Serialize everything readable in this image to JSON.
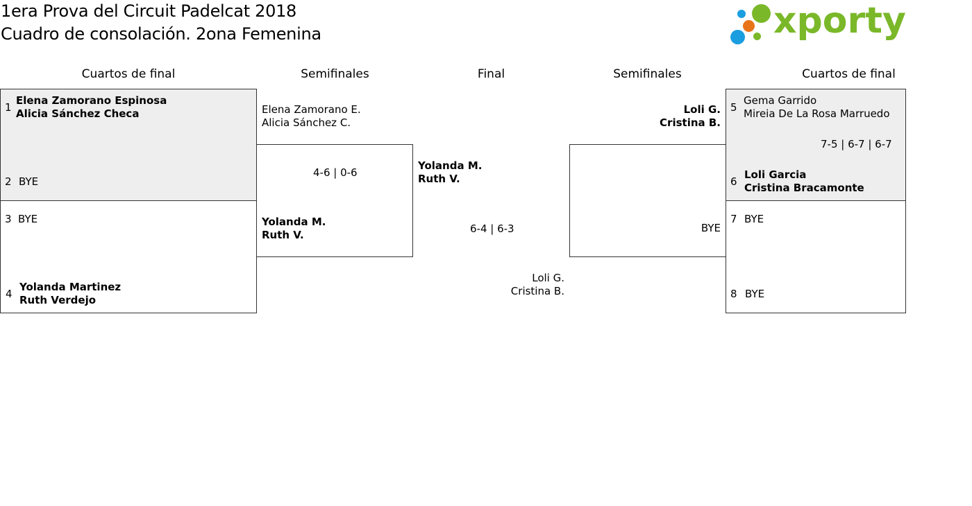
{
  "title": "1era Prova del Circuit Padelcat 2018",
  "subtitle": "Cuadro de consolación. 2ona Femenina",
  "logo": {
    "text": "xporty",
    "brand_color": "#7ab829",
    "dot_colors": [
      "#1a9ee0",
      "#e8741a",
      "#7ab829"
    ]
  },
  "headers": {
    "qf_left": "Cuartos de final",
    "sf_left": "Semifinales",
    "final": "Final",
    "sf_right": "Semifinales",
    "qf_right": "Cuartos de final"
  },
  "qf_left": [
    {
      "seed": "1",
      "p1": "Elena Zamorano Espinosa",
      "p2": "Alicia Sánchez Checa"
    },
    {
      "seed": "2",
      "p1": "BYE"
    },
    {
      "seed": "3",
      "p1": "BYE"
    },
    {
      "seed": "4",
      "p1": "Yolanda Martinez",
      "p2": "Ruth Verdejo"
    }
  ],
  "sf_left": {
    "top_p1": "Elena Zamorano E.",
    "top_p2": "Alicia Sánchez C.",
    "score": "4-6 | 0-6",
    "bot_p1": "Yolanda M.",
    "bot_p2": "Ruth V."
  },
  "final": {
    "top_p1": "Yolanda M.",
    "top_p2": "Ruth V.",
    "score": "6-4 | 6-3",
    "bot_p1": "Loli G.",
    "bot_p2": "Cristina B."
  },
  "sf_right": {
    "top_p1": "Loli G.",
    "top_p2": "Cristina B.",
    "bot_p1": "BYE"
  },
  "qf_right": [
    {
      "seed": "5",
      "p1": "Gema Garrido",
      "p2": "Mireia De La Rosa Marruedo"
    },
    {
      "seed": "6",
      "p1": "Loli Garcia",
      "p2": "Cristina Bracamonte"
    },
    {
      "seed": "7",
      "p1": "BYE"
    },
    {
      "seed": "8",
      "p1": "BYE"
    }
  ],
  "qf_right_score": "7-5 | 6-7 | 6-7"
}
